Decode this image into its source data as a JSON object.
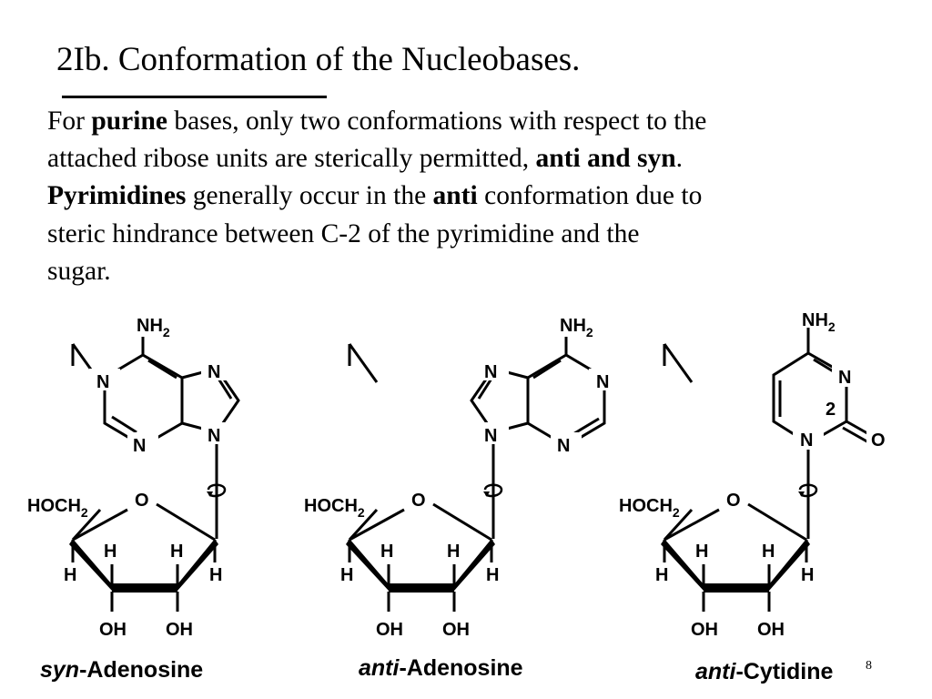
{
  "slide": {
    "title": "2Ib. Conformation of the Nucleobases.",
    "page_number": "8"
  },
  "body": {
    "l1_a": "For ",
    "l1_b": "purine",
    "l1_c": " bases, only two conformations with respect to the",
    "l2_a": "attached ribose units are sterically permitted, ",
    "l2_b": "anti and syn",
    "l2_c": ".",
    "l3_a": "Pyrimidines",
    "l3_b": " generally occur in the ",
    "l3_c": "anti",
    "l3_d": " conformation due to",
    "l4": "steric hindrance between C-2 of the pyrimidine and the",
    "l5": "sugar."
  },
  "atoms": {
    "nh": "NH",
    "sub2": "2",
    "n": "N",
    "o": "O",
    "h": "H",
    "oh": "OH",
    "hoch": "HOCH",
    "c2": "2"
  },
  "captions": {
    "syn_prefix": "syn",
    "syn_rest": "-Adenosine",
    "anti_ad_prefix": "anti",
    "anti_ad_rest": "-Adenosine",
    "anti_cy_prefix": "anti",
    "anti_cy_rest": "-Cytidine"
  }
}
